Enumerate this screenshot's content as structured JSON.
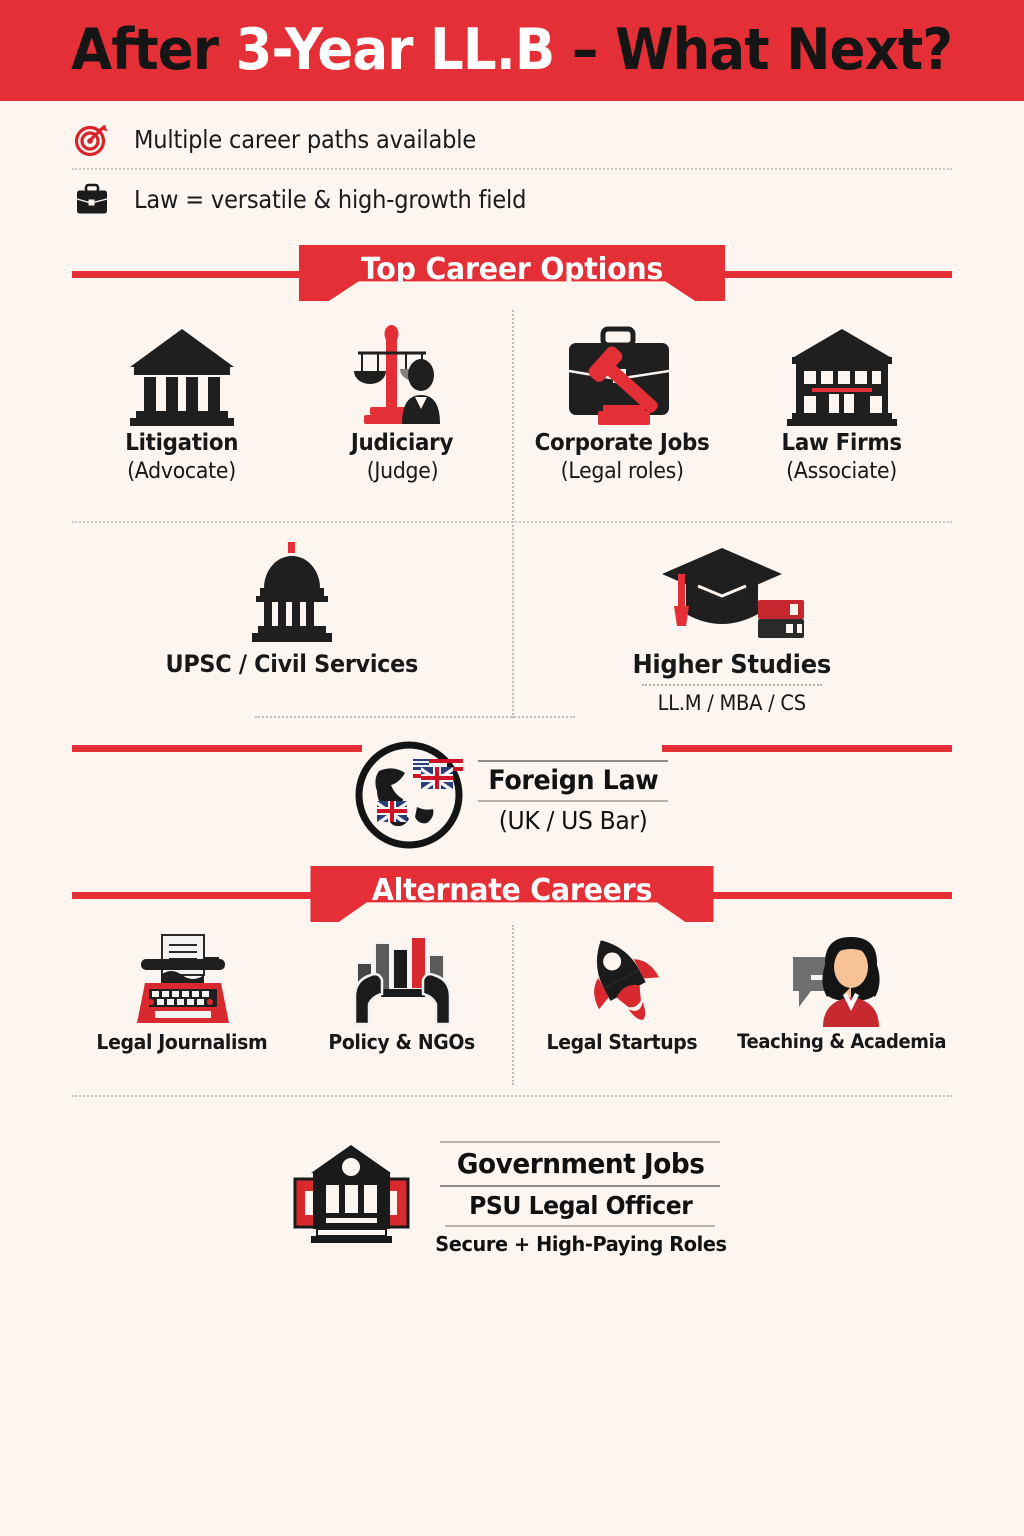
{
  "theme": {
    "background": "#FDF5EF",
    "accent_red": "#E42F36",
    "ink": "#151515"
  },
  "header": {
    "title_part1": "After ",
    "title_part2": "3-Year LL.B",
    "title_part3": " – What Next?",
    "full_title": "After 3-Year LL.B – What Next?"
  },
  "bullets": [
    {
      "icon": "target-icon",
      "text": "Multiple career paths available"
    },
    {
      "icon": "briefcase-icon",
      "text": "Law = versatile & high-growth field"
    }
  ],
  "sections": [
    {
      "banner": "Top Career Options",
      "row1": [
        {
          "icon": "courthouse-icon",
          "title": "Litigation",
          "sub": "(Advocate)"
        },
        {
          "icon": "scales-judge-icon",
          "title": "Judiciary",
          "sub": "(Judge)"
        },
        {
          "icon": "briefcase-gavel-icon",
          "title": "Corporate Jobs",
          "sub": "(Legal roles)"
        },
        {
          "icon": "law-firm-building-icon",
          "title": "Law Firms",
          "sub": "(Associate)"
        }
      ],
      "row2": [
        {
          "icon": "capitol-dome-icon",
          "title": "UPSC / Civil Services",
          "sub": ""
        },
        {
          "icon": "graduation-cap-books-icon",
          "title": "Higher Studies",
          "sub": "LL.M / MBA / CS"
        }
      ]
    }
  ],
  "foreign_law": {
    "icon": "globe-flags-icon",
    "title": "Foreign Law",
    "sub": "(UK / US Bar)"
  },
  "alternate": {
    "banner": "Alternate Careers",
    "items": [
      {
        "icon": "typewriter-icon",
        "title": "Legal Journalism"
      },
      {
        "icon": "hands-bars-icon",
        "title": "Policy & NGOs"
      },
      {
        "icon": "rocket-icon",
        "title": "Legal Startups"
      },
      {
        "icon": "teacher-icon",
        "title": "Teaching & Academia"
      }
    ]
  },
  "government": {
    "icon": "government-building-icon",
    "line1": "Government Jobs",
    "line2": "PSU Legal Officer",
    "line3": "Secure + High-Paying Roles"
  }
}
